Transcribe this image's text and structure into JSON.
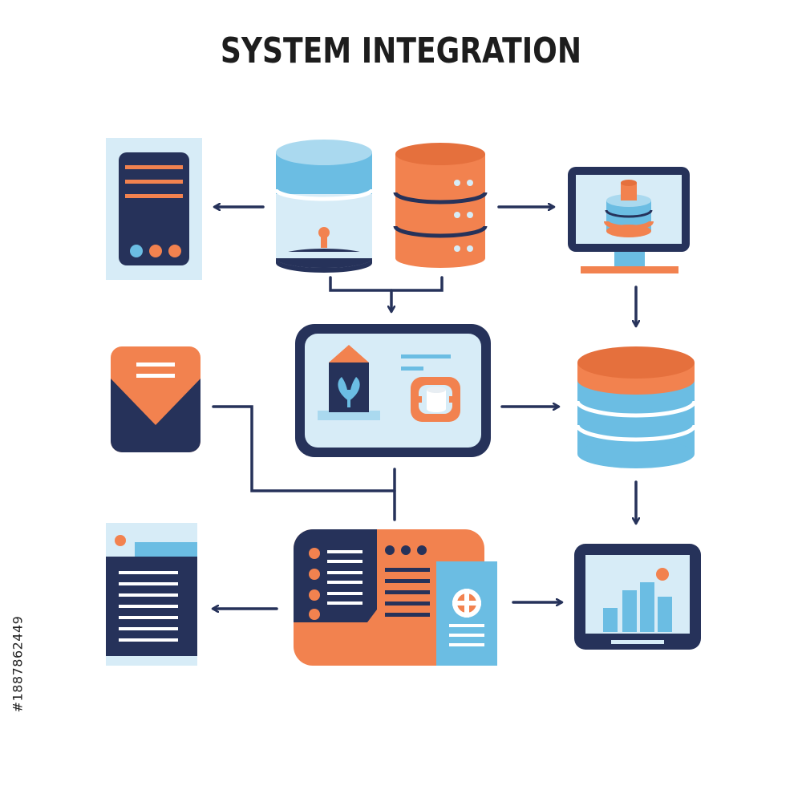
{
  "diagram": {
    "title": "SYSTEM INTEGRATION",
    "nodes": [
      {
        "id": "mobile-device",
        "icon": "mobile-app-icon"
      },
      {
        "id": "database-blue",
        "icon": "database-lock-icon"
      },
      {
        "id": "server-orange",
        "icon": "server-stack-icon"
      },
      {
        "id": "monitor-database",
        "icon": "desktop-monitor-icon"
      },
      {
        "id": "email",
        "icon": "email-envelope-icon"
      },
      {
        "id": "central-dashboard",
        "icon": "integration-hub-icon"
      },
      {
        "id": "database-orange-blue",
        "icon": "database-icon"
      },
      {
        "id": "document-folder",
        "icon": "document-folder-icon"
      },
      {
        "id": "control-panel",
        "icon": "control-panel-icon"
      },
      {
        "id": "analytics-tablet",
        "icon": "bar-chart-tablet-icon"
      }
    ],
    "connections": [
      {
        "from": "database-blue",
        "to": "mobile-device"
      },
      {
        "from": "server-orange",
        "to": "monitor-database"
      },
      {
        "from": "database-blue",
        "to": "central-dashboard"
      },
      {
        "from": "server-orange",
        "to": "central-dashboard"
      },
      {
        "from": "monitor-database",
        "to": "database-orange-blue"
      },
      {
        "from": "central-dashboard",
        "to": "database-orange-blue"
      },
      {
        "from": "email",
        "to": "control-panel"
      },
      {
        "from": "database-orange-blue",
        "to": "analytics-tablet"
      },
      {
        "from": "control-panel",
        "to": "document-folder"
      },
      {
        "from": "control-panel",
        "to": "analytics-tablet"
      }
    ]
  },
  "watermark": {
    "stock_id": "#1887862449"
  },
  "colors": {
    "navy": "#26325a",
    "orange": "#f2824f",
    "blue": "#6bbde3",
    "light_blue": "#d7ecf7",
    "white": "#ffffff"
  }
}
